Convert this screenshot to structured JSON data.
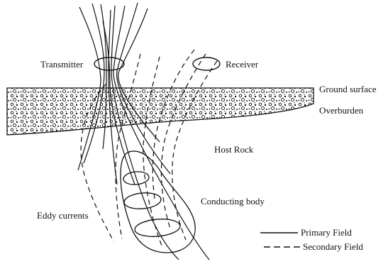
{
  "labels": {
    "transmitter": "Transmitter",
    "receiver": "Receiver",
    "ground_surface": "Ground surface",
    "overburden": "Overburden",
    "host_rock": "Host Rock",
    "conducting_body": "Conducting body",
    "eddy_currents": "Eddy currents"
  },
  "legend": {
    "primary": "Primary Field",
    "secondary": "Secondary Field"
  },
  "colors": {
    "ink": "#111111",
    "background": "#ffffff"
  }
}
